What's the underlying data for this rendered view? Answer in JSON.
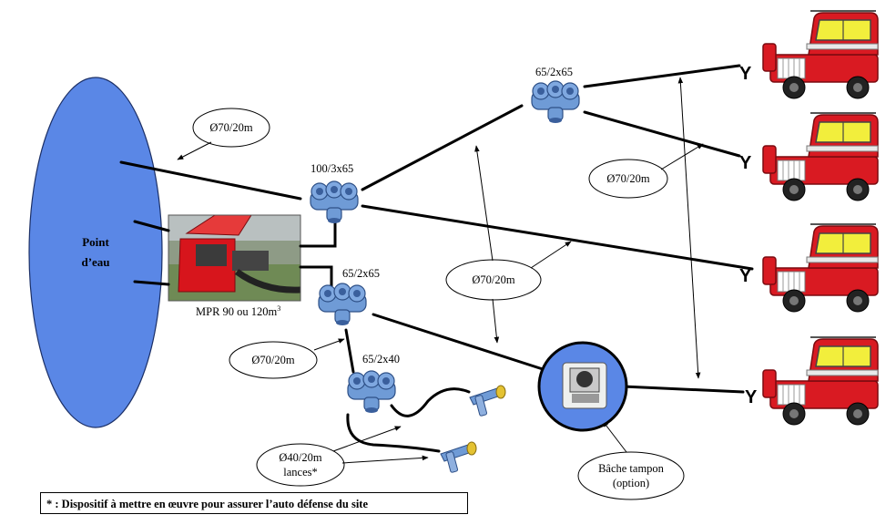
{
  "water_source": {
    "line1": "Point",
    "line2": "d’eau"
  },
  "pump": {
    "label_main": "MPR 90 ou 120m",
    "label_sup": "3"
  },
  "dividers": {
    "d1": "100/3x65",
    "d2": "65/2x65",
    "d3": "65/2x65",
    "d4": "65/2x40"
  },
  "callouts": {
    "c1": "Ø70/20m",
    "c2": "Ø70/20m",
    "c3": "Ø70/20m",
    "c4": "Ø70/20m",
    "c5_line1": "Ø40/20m",
    "c5_line2": "lances*",
    "c6_line1": "Bâche tampon",
    "c6_line2": "(option)"
  },
  "y_connector": "Y",
  "footnote": "* : Dispositif à mettre en œuvre pour assurer l’auto défense du site",
  "colors": {
    "water": "#5a87e6",
    "truck": "#d91a22",
    "truck_glass": "#f2ee3c",
    "divider": "#6f9bd6",
    "hose": "#000000"
  }
}
